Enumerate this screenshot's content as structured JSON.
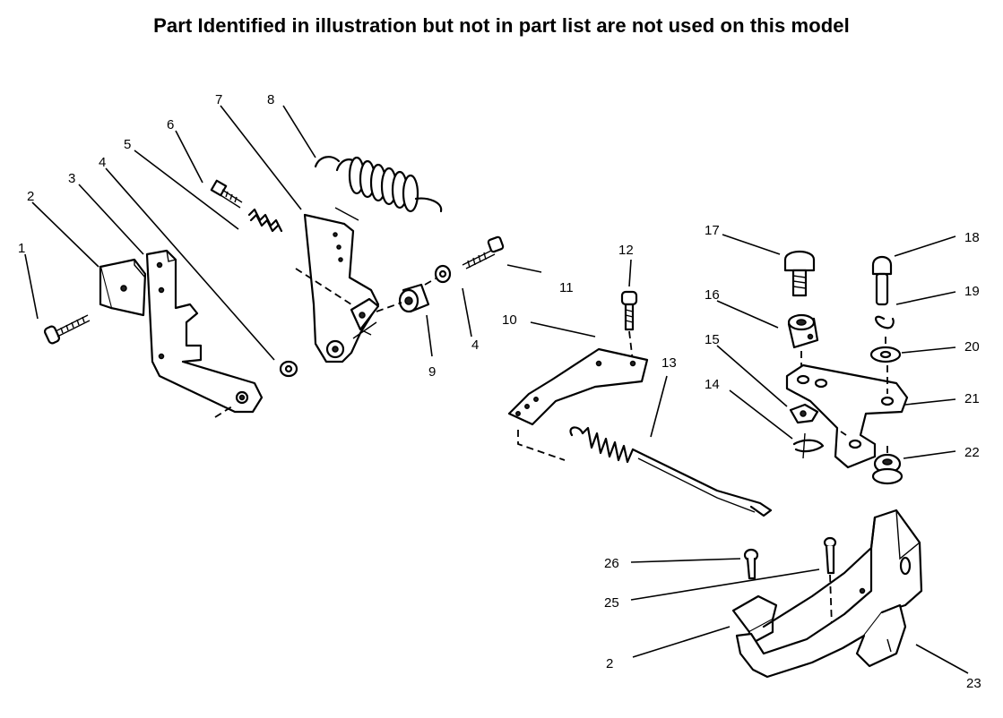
{
  "header": {
    "note": "Part Identified in illustration but not in part list are not used on this model"
  },
  "callouts": {
    "c1": "1",
    "c2a": "2",
    "c3": "3",
    "c4a": "4",
    "c5": "5",
    "c6": "6",
    "c7": "7",
    "c8": "8",
    "c9": "9",
    "c4b": "4",
    "c10": "10",
    "c11": "11",
    "c12": "12",
    "c13": "13",
    "c14": "14",
    "c15": "15",
    "c16": "16",
    "c17": "17",
    "c18": "18",
    "c19": "19",
    "c20": "20",
    "c21": "21",
    "c22": "22",
    "c23": "23",
    "c25": "25",
    "c26": "26",
    "c2b": "2"
  }
}
